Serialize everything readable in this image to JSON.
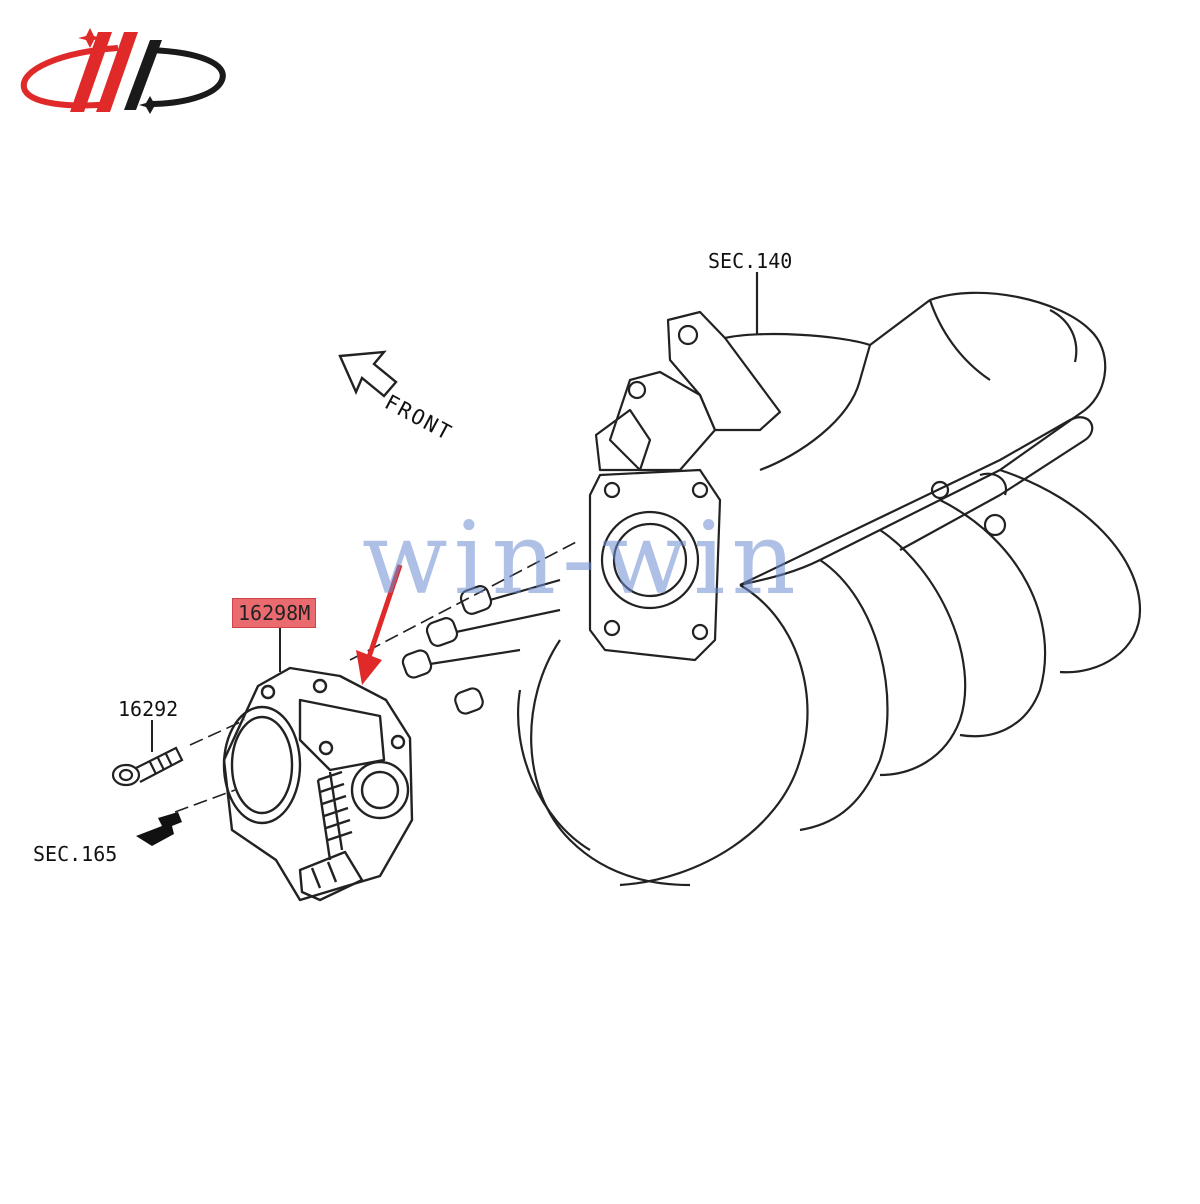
{
  "logo": {
    "name": "winwin-logo",
    "colors": {
      "red": "#e02a2a",
      "dark": "#1a1a1a"
    }
  },
  "labels": {
    "sec140": "SEC.140",
    "front": "FRONT",
    "part_main": "16298M",
    "part_bolt": "16292",
    "sec165": "SEC.165"
  },
  "watermark": "win-win",
  "colors": {
    "highlight": "#e96b6f",
    "arrow": "#e02a2a",
    "line": "#222222"
  }
}
